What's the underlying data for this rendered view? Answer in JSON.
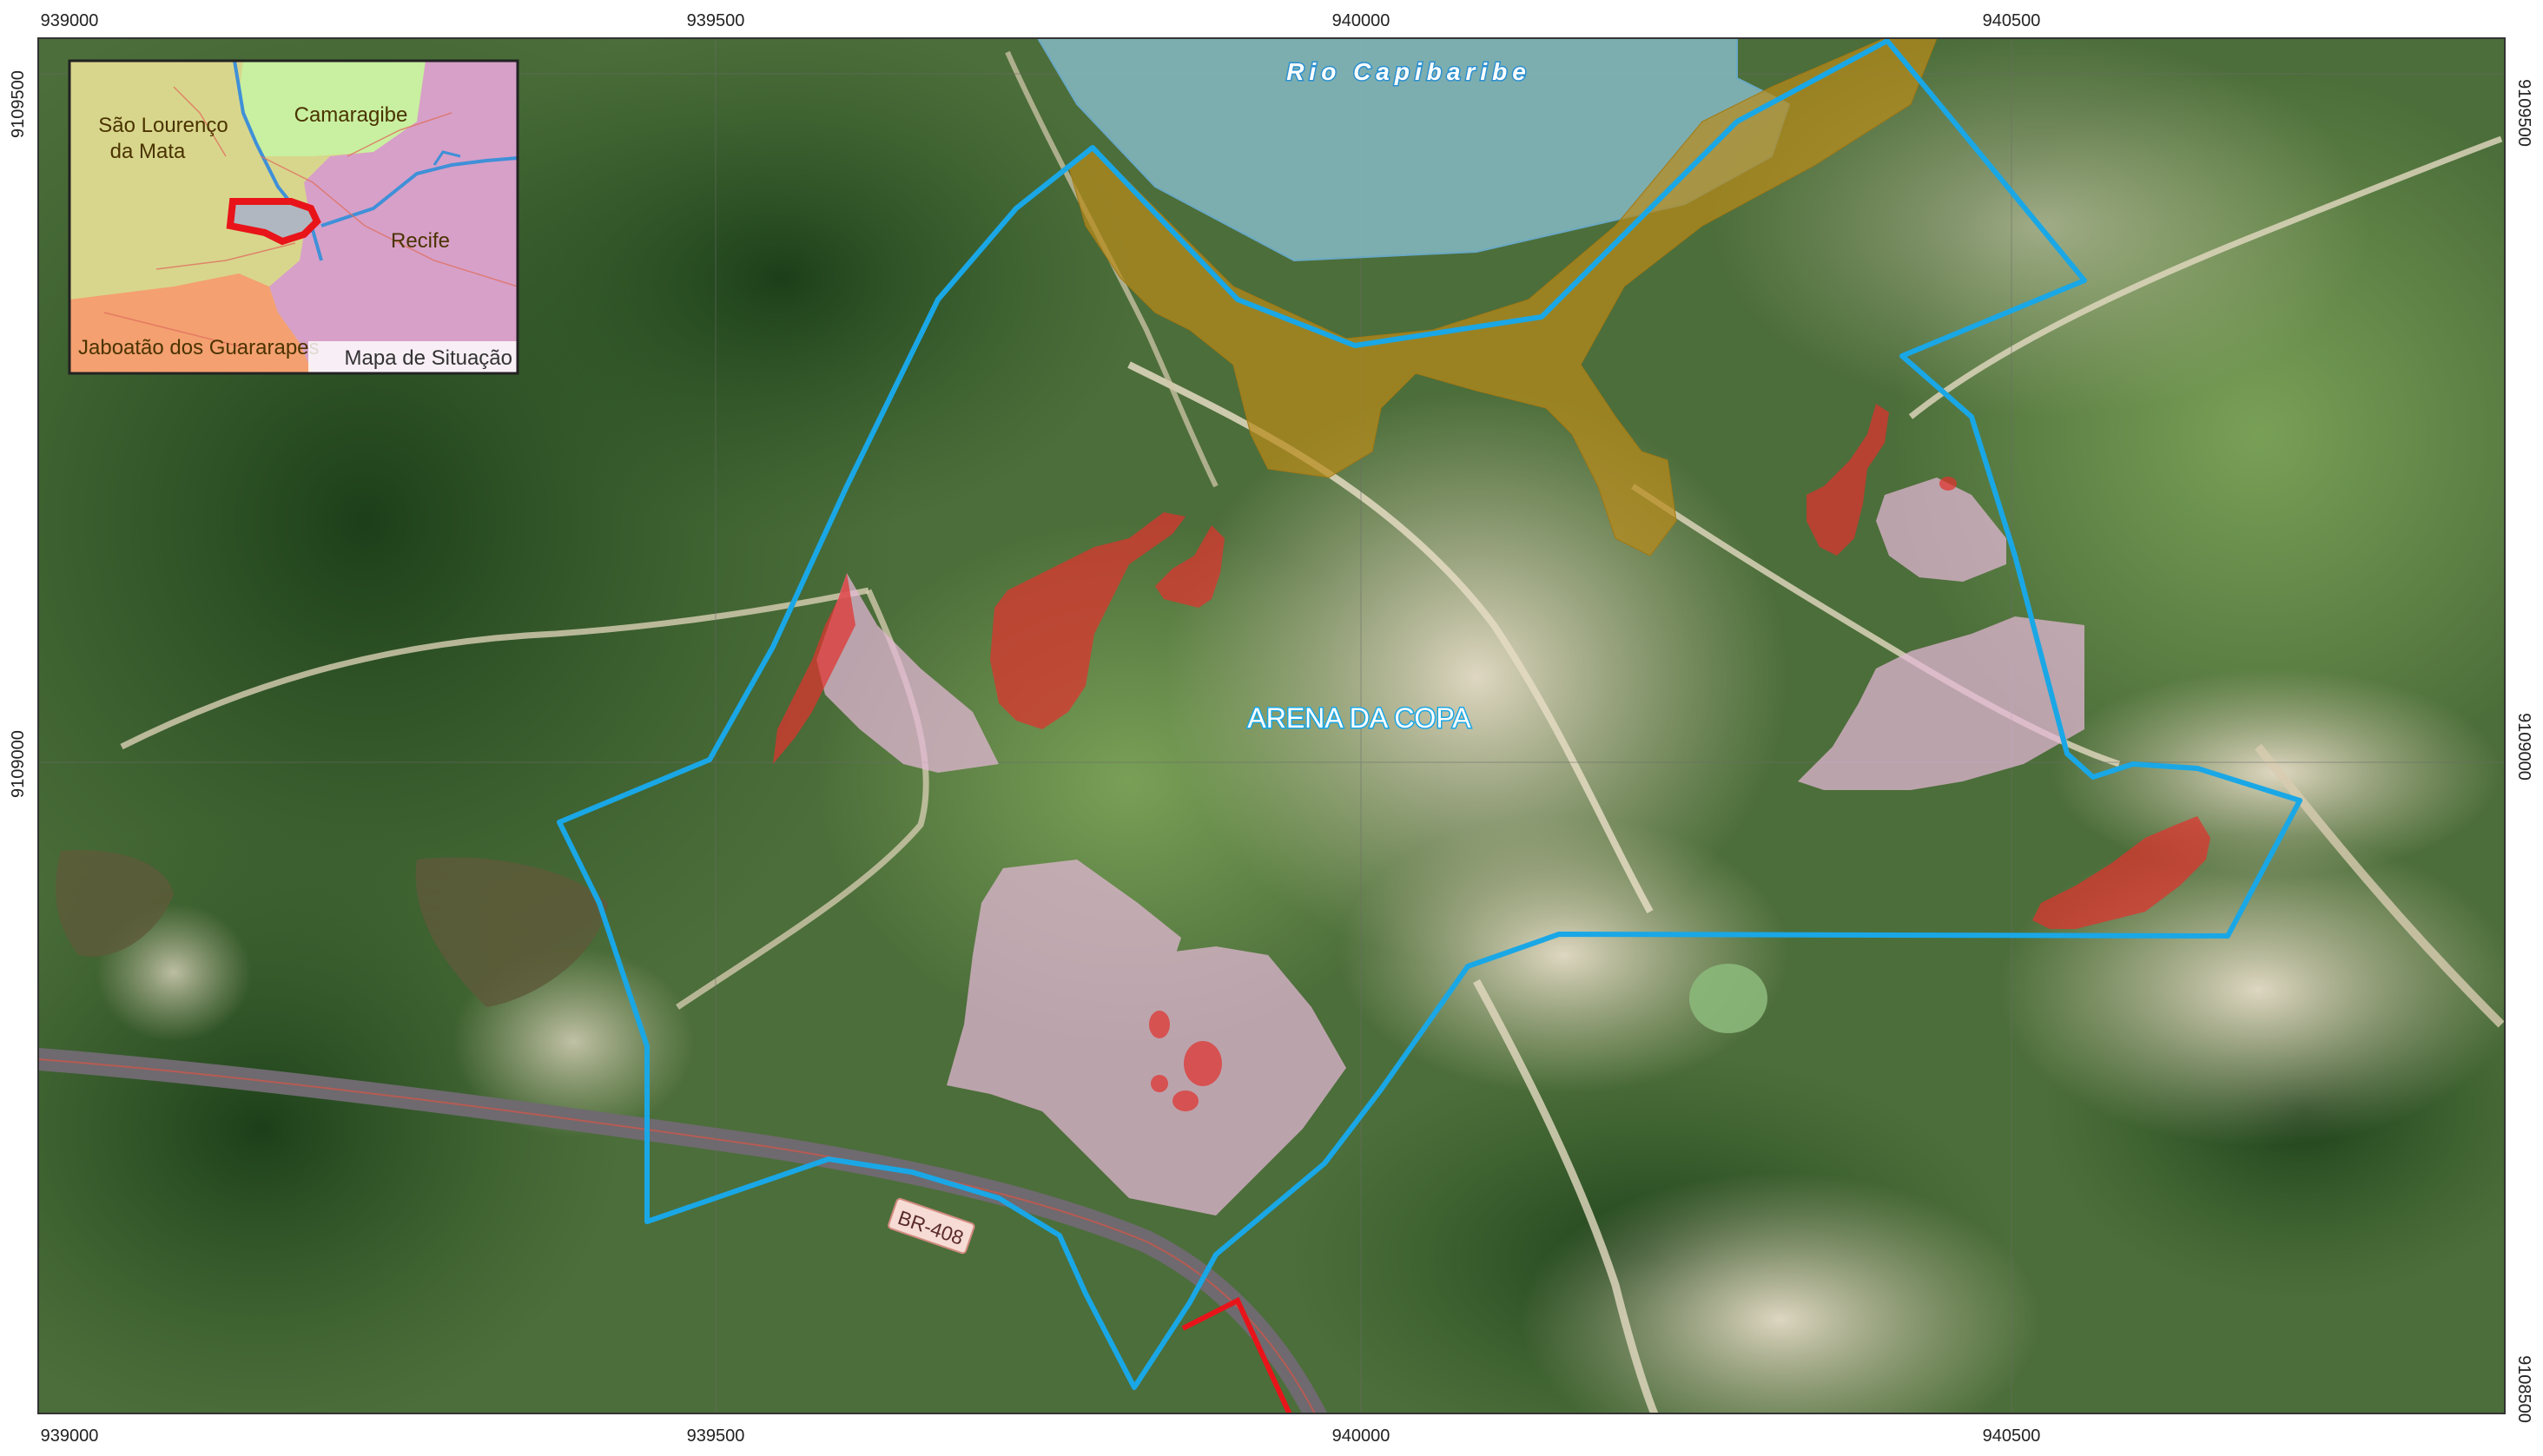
{
  "map": {
    "area_label": "ARENA DA COPA",
    "river_label": "Rio Capibaribe",
    "road_label": "BR-408",
    "colors": {
      "study_boundary": "#1aa7e6",
      "risk_red": "#e0322e",
      "risk_pink": "#e6b9d8",
      "apa_ochre": "#b88a1a",
      "river_fill": "#8fc8dc",
      "road_red": "#e8141a",
      "highway": "#6e6a6f"
    }
  },
  "grid": {
    "x_ticks": [
      "939000",
      "939500",
      "940000",
      "940500"
    ],
    "y_ticks": [
      "9109500",
      "9109000",
      "9108500"
    ]
  },
  "inset": {
    "title": "Mapa de Situação",
    "labels": {
      "sao_lourenco_1": "São Lourenço",
      "sao_lourenco_2": "da Mata",
      "camaragibe": "Camaragibe",
      "recife": "Recife",
      "jaboatao": "Jaboatão dos Guararapes"
    },
    "colors": {
      "sao_lourenco": "#d8d68c",
      "camaragibe": "#c8f0a0",
      "recife": "#d7a0c8",
      "jaboatao": "#f4a070",
      "river": "#3f90d8",
      "locator": "#e8141a"
    }
  }
}
